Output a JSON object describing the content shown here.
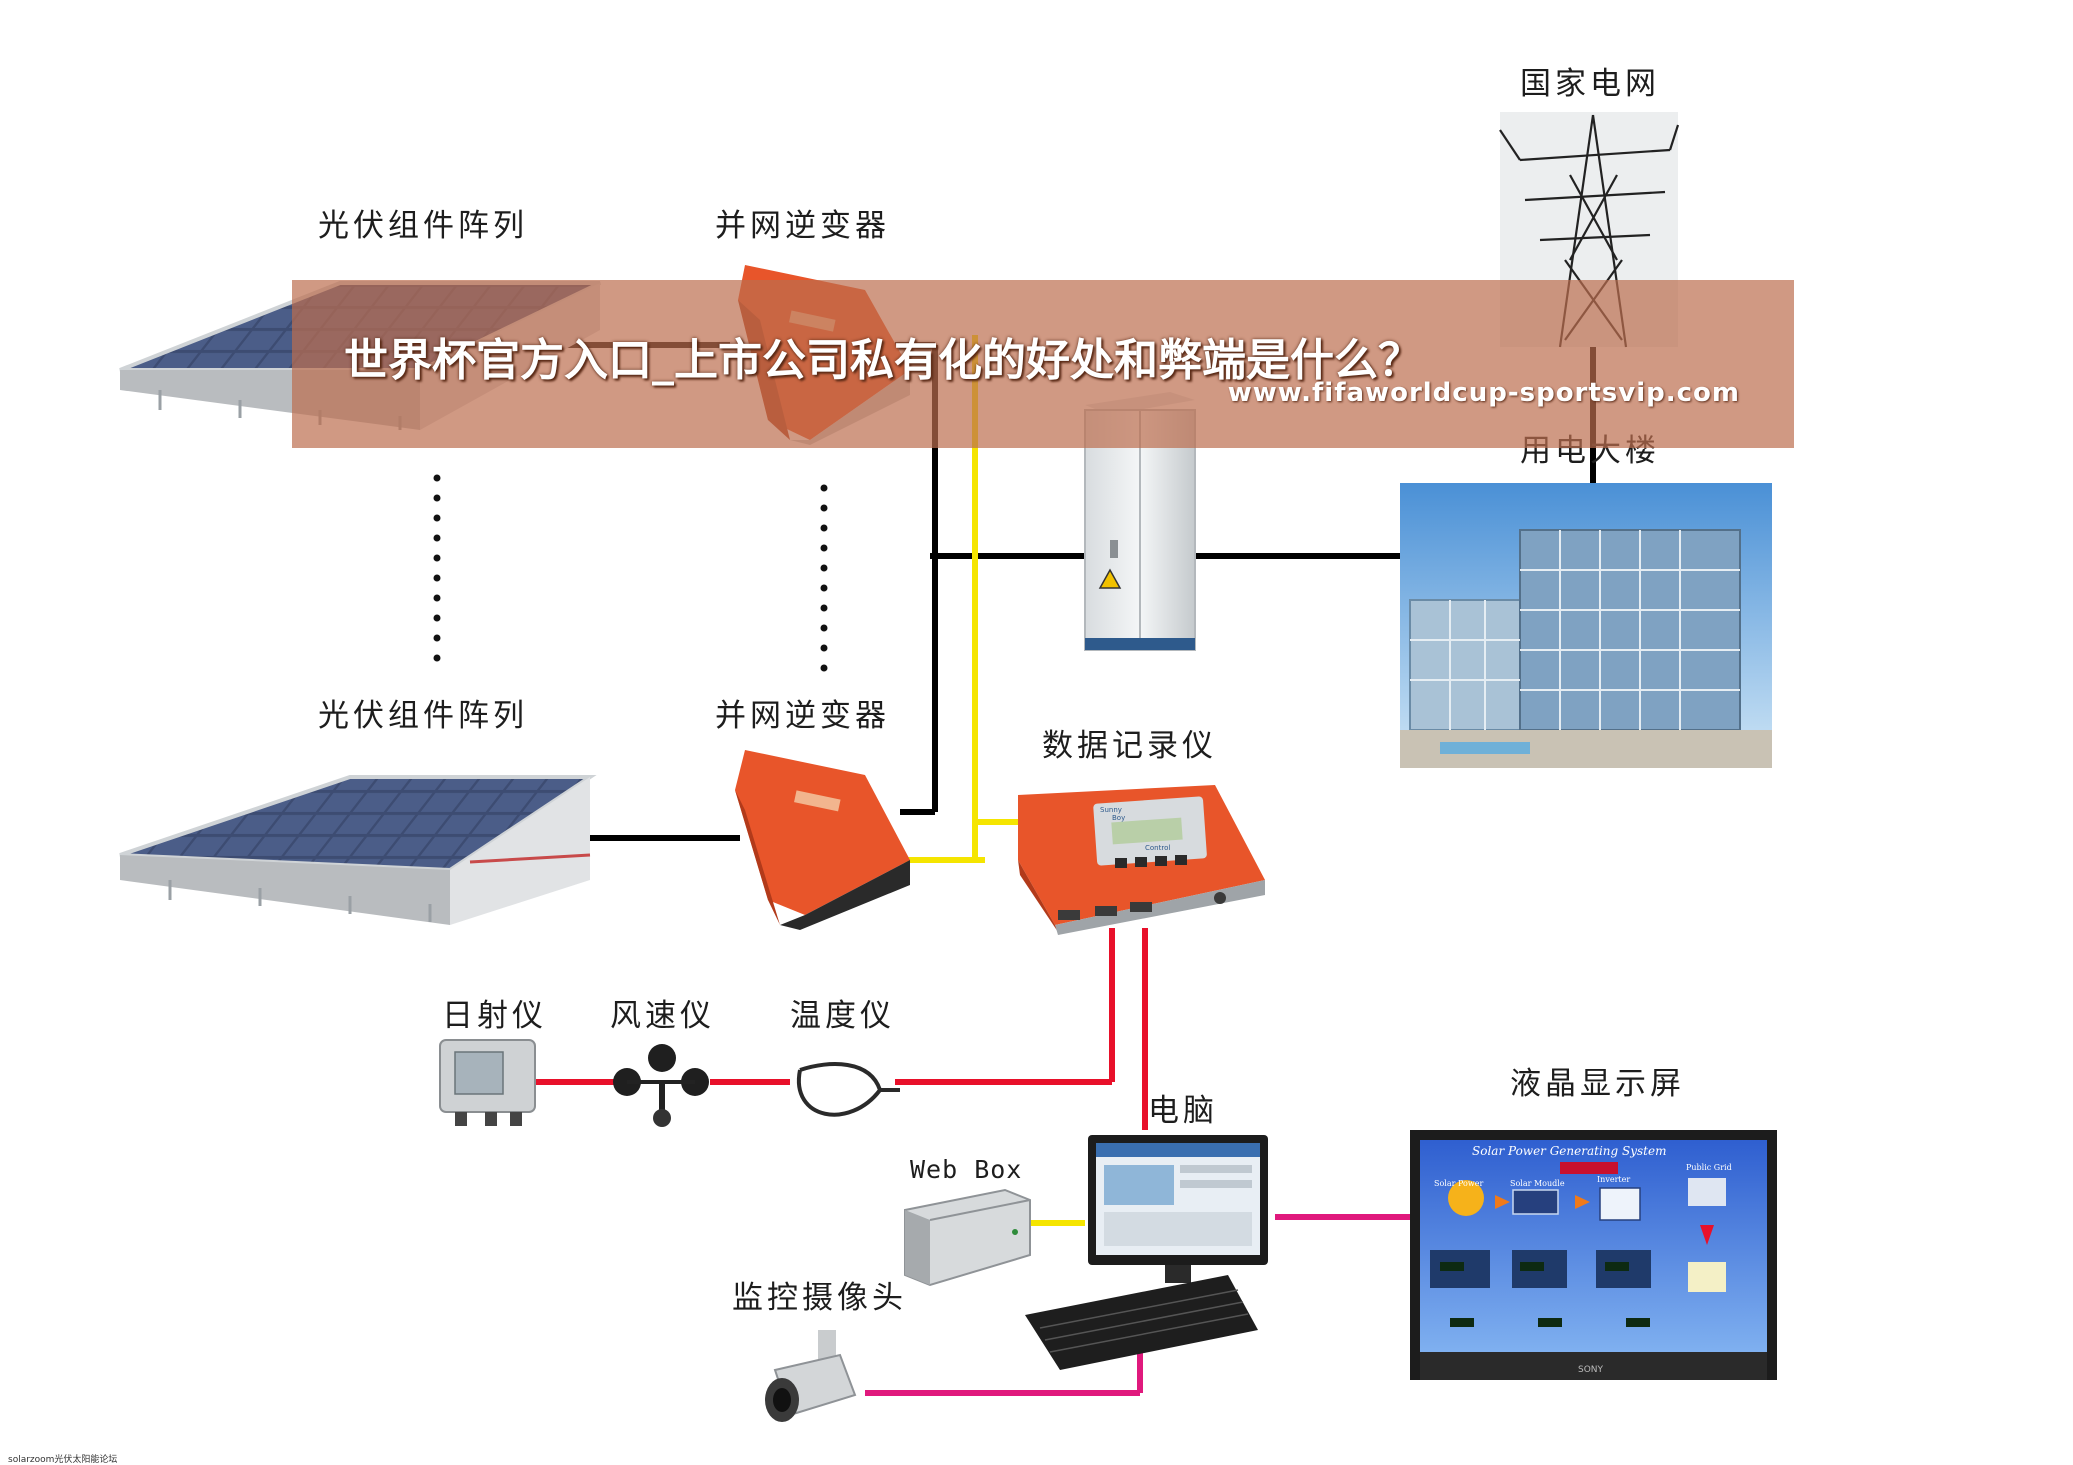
{
  "labels": {
    "pv_array_top": "光伏组件阵列",
    "inverter_top": "并网逆变器",
    "grid": "国家电网",
    "building": "用电大楼",
    "pv_array_bottom": "光伏组件阵列",
    "inverter_bottom": "并网逆变器",
    "datalogger": "数据记录仪",
    "irradiance": "日射仪",
    "anemometer": "风速仪",
    "thermometer": "温度仪",
    "computer": "电脑",
    "webbox": "Web Box",
    "camera": "监控摄像头",
    "lcd": "液晶显示屏"
  },
  "device_text": {
    "logger_brand_1": "Sunny",
    "logger_brand_2": "Boy",
    "logger_control": "Control",
    "monitor_title": "Solar Power Generating System",
    "monitor_solar": "Solar Power",
    "monitor_module": "Solar Moudle",
    "monitor_inverter": "Inverter",
    "monitor_grid": "Public Grid",
    "monitor_brand": "SONY"
  },
  "banner": {
    "title": "世界杯官方入口_上市公司私有化的好处和弊端是什么？",
    "url": "www.fifaworldcup-sportsvip.com"
  },
  "footer": "solarzoom光伏太阳能论坛",
  "colors": {
    "power_line": "#000000",
    "signal_yellow": "#f5e500",
    "sensor_red": "#e8102a",
    "display_magenta": "#e0197d",
    "inverter_orange": "#e8552a",
    "banner": "#bc6e4e"
  }
}
